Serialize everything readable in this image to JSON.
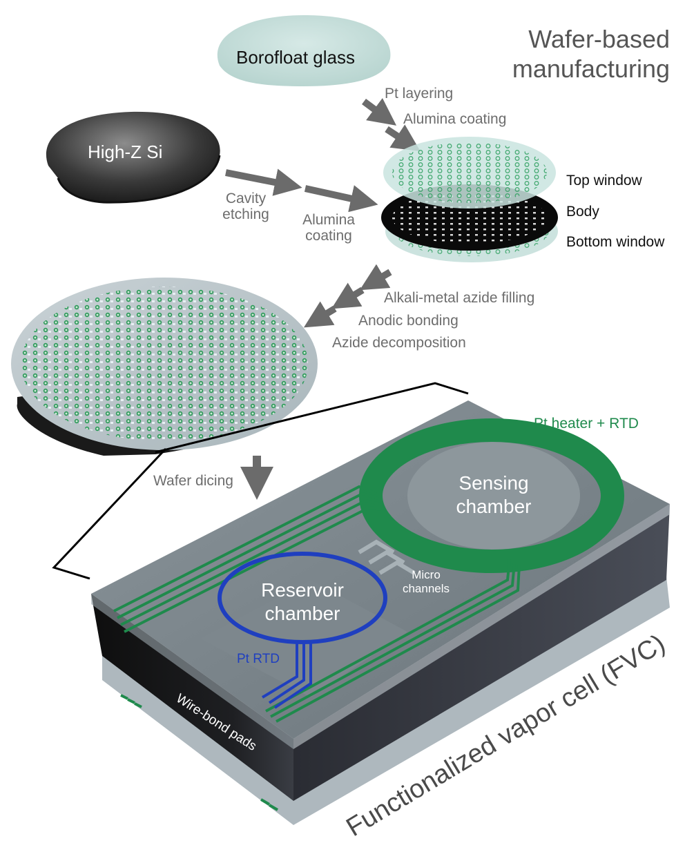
{
  "title": "Wafer-based manufacturing",
  "wafers": {
    "glass": "Borofloat glass",
    "silicon": "High-Z Si"
  },
  "glass_steps": [
    "Pt layering",
    "Alumina coating"
  ],
  "si_steps": {
    "step1": "Cavity etching",
    "step2": "Alumina coating"
  },
  "stack_layers": [
    "Top window",
    "Body",
    "Bottom window"
  ],
  "bonding_steps": [
    "Alkali-metal azide filling",
    "Anodic bonding",
    "Azide decomposition"
  ],
  "dicing_step": "Wafer dicing",
  "cell": {
    "name": "Functionalized vapor cell (FVC)",
    "heater_label": "Pt heater + RTD",
    "sensing_chamber": "Sensing chamber",
    "reservoir_chamber": "Reservoir chamber",
    "micro_channels": "Micro channels",
    "rtd_label": "Pt RTD",
    "pads_label": "Wire-bond pads"
  },
  "colors": {
    "arrow": "#6b6b6b",
    "heater_green": "#1f8a4c",
    "rtd_blue": "#1f3fbf",
    "glass": "#c6dedb",
    "silicon": "#222222"
  }
}
